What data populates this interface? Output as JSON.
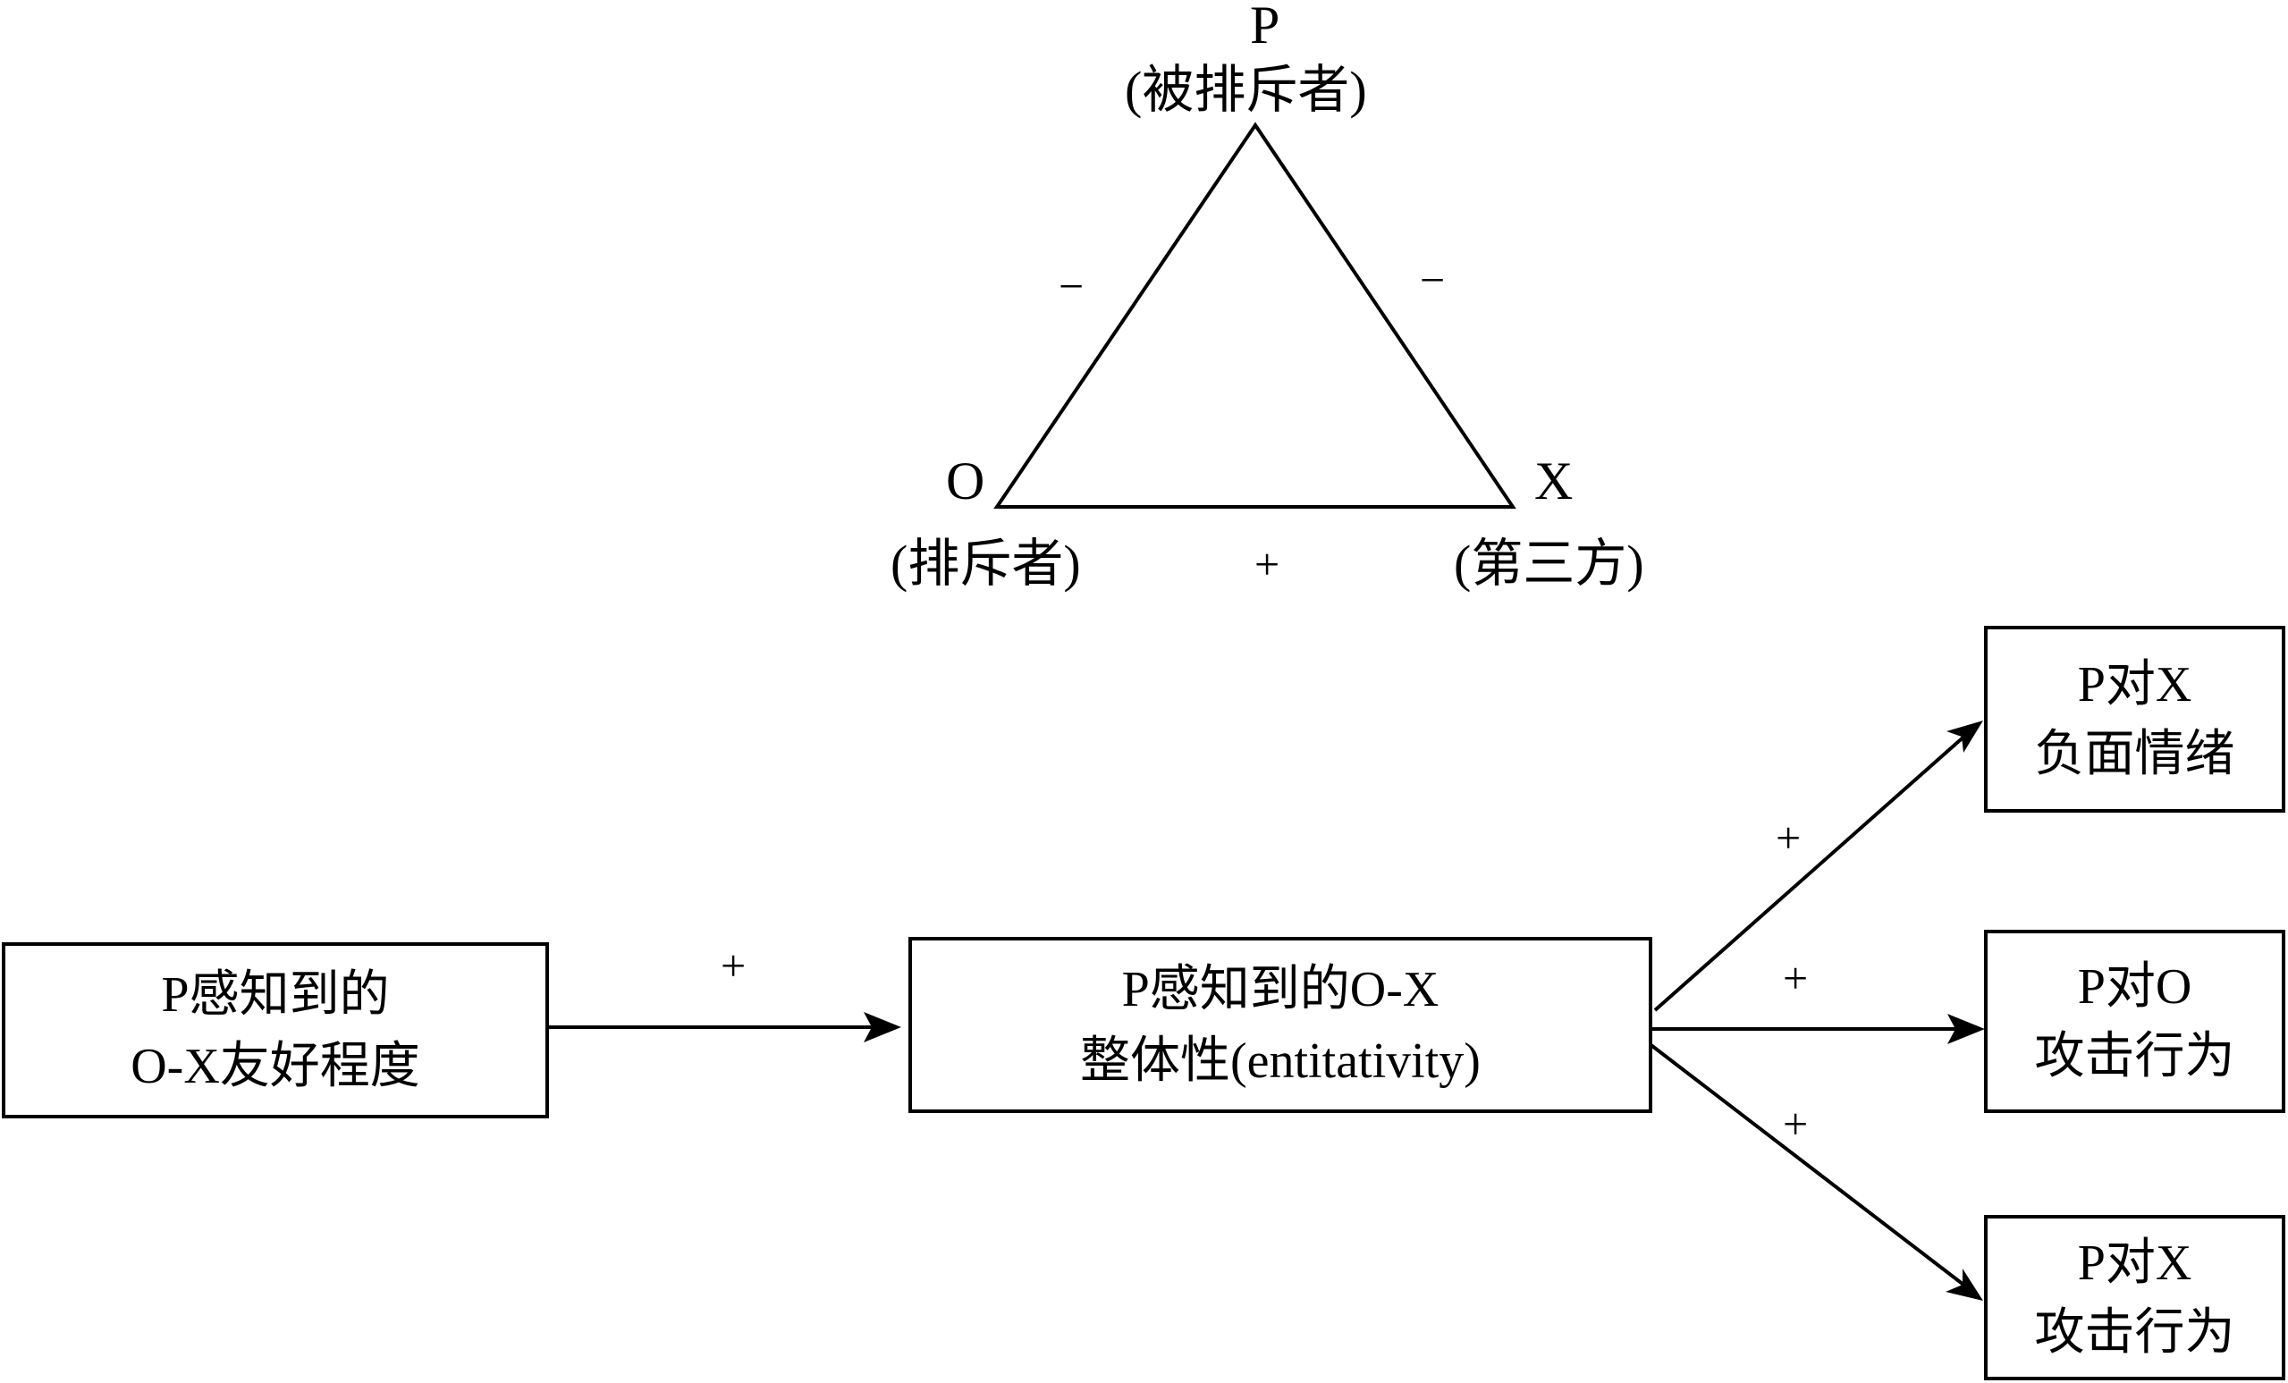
{
  "triangle": {
    "vertices": {
      "P": {
        "letter": "P",
        "role": "(被排斥者)"
      },
      "O": {
        "letter": "O",
        "role": "(排斥者)"
      },
      "X": {
        "letter": "X",
        "role": "(第三方)"
      }
    },
    "edges": {
      "P_O": {
        "sign": "−"
      },
      "P_X": {
        "sign": "−"
      },
      "O_X": {
        "sign": "+"
      }
    }
  },
  "flow": {
    "nodes": {
      "friendliness": {
        "line1": "P感知到的",
        "line2": "O-X友好程度"
      },
      "entitativity": {
        "line1": "P感知到的O-X",
        "line2": "整体性(entitativity)"
      },
      "negative_emotion_x": {
        "line1": "P对X",
        "line2": "负面情绪"
      },
      "aggression_o": {
        "line1": "P对O",
        "line2": "攻击行为"
      },
      "aggression_x": {
        "line1": "P对X",
        "line2": "攻击行为"
      }
    },
    "edges": {
      "friendliness_to_entitativity": {
        "sign": "+"
      },
      "entitativity_to_negative_emotion_x": {
        "sign": "+"
      },
      "entitativity_to_aggression_o": {
        "sign": "+"
      },
      "entitativity_to_aggression_x": {
        "sign": "+"
      }
    }
  },
  "colors": {
    "stroke": "#000000",
    "background": "#ffffff"
  }
}
